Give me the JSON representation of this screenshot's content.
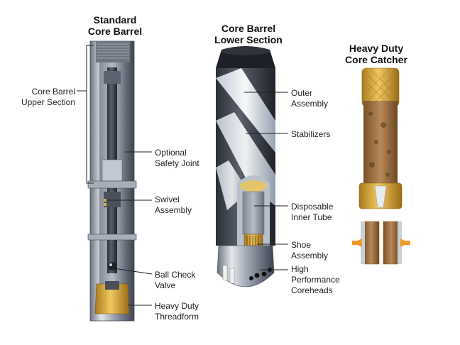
{
  "columns": [
    {
      "title": [
        "Standard",
        "Core Barrel"
      ],
      "labels": [
        {
          "lines": [
            "Core Barrel",
            "Upper Section"
          ]
        },
        {
          "lines": [
            "Optional",
            "Safety Joint"
          ]
        },
        {
          "lines": [
            "Swivel",
            "Assembly"
          ]
        },
        {
          "lines": [
            "Ball Check",
            "Valve"
          ]
        },
        {
          "lines": [
            "Heavy Duty",
            "Threadform"
          ]
        }
      ]
    },
    {
      "title": [
        "Core Barrel",
        "Lower Section"
      ],
      "labels": [
        {
          "lines": [
            "Outer",
            "Assembly"
          ]
        },
        {
          "lines": [
            "Stabilizers"
          ]
        },
        {
          "lines": [
            "Disposable",
            "Inner Tube"
          ]
        },
        {
          "lines": [
            "Shoe",
            "Assembly"
          ]
        },
        {
          "lines": [
            "High",
            "Performance",
            "Coreheads"
          ]
        }
      ]
    },
    {
      "title": [
        "Heavy Duty",
        "Core Catcher"
      ],
      "labels": []
    }
  ],
  "colors": {
    "steel_dark": "#3a3d45",
    "steel_mid": "#8f96a3",
    "steel_light": "#d9dde3",
    "brass": "#d8a93c",
    "core_rock": "#a67a45"
  }
}
